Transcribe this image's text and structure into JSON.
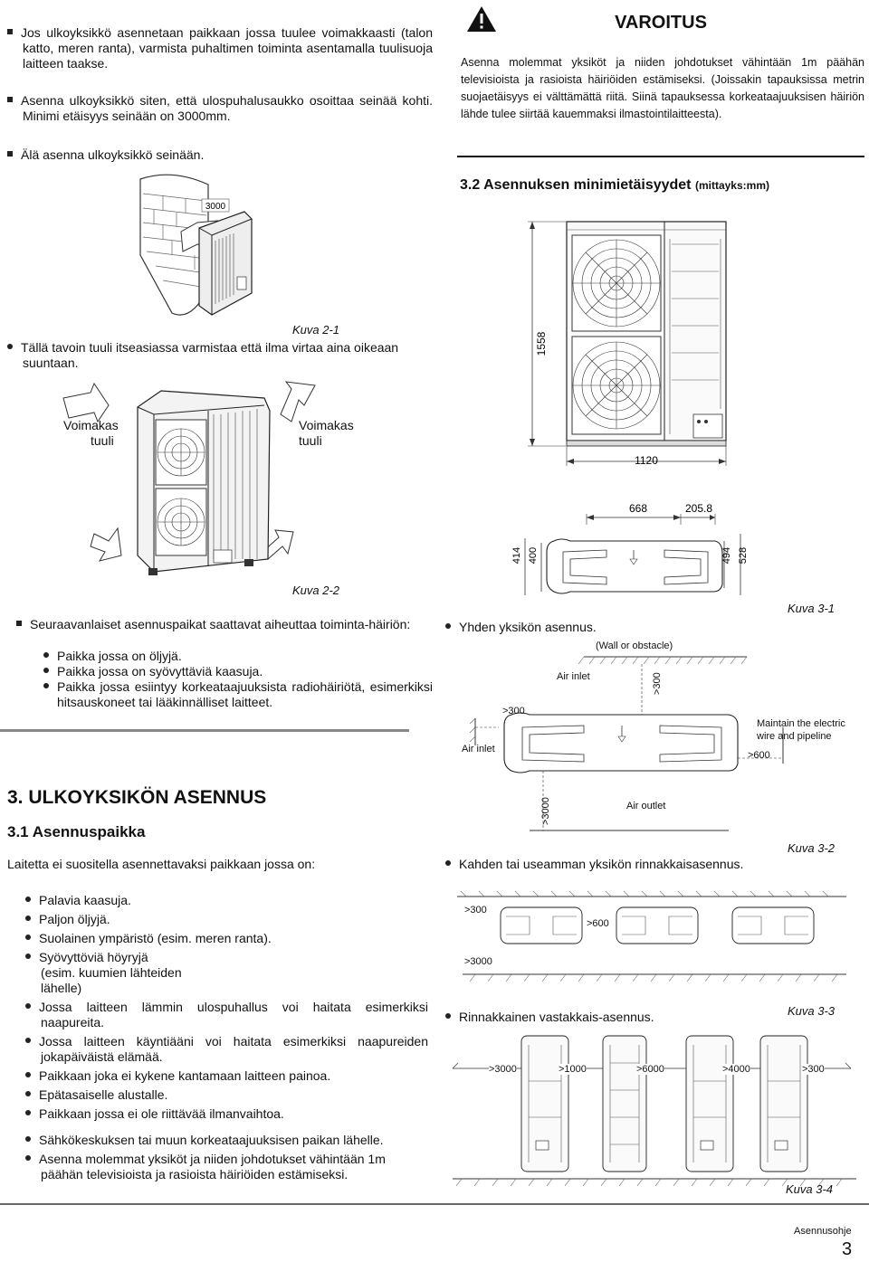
{
  "left": {
    "bullets_top": [
      "Jos ulkoyksikkö asennetaan paikkaan jossa tuulee voimakkaasti (talon katto, meren ranta), varmista puhaltimen toiminta asentamalla tuulisuoja laitteen taakse.",
      "Asenna ulkoyksikkö siten, että ulospuhalusaukko osoittaa seinää kohti. Minimi etäisyys seinään on 3000mm.",
      "Älä asenna ulkoyksikkö seinään."
    ],
    "fig1_dim": "3000",
    "fig1_caption": "Kuva 2-1",
    "wind_bullet": "Tällä tavoin tuuli itseasiassa varmistaa että ilma virtaa aina oikeaan suuntaan.",
    "wind_left_1": "Voimakas",
    "wind_left_2": "tuuli",
    "wind_right_1": "Voimakas",
    "wind_right_2": "tuuli",
    "fig2_caption": "Kuva 2-2",
    "interference_intro": "Seuraavanlaiset asennuspaikat saattavat aiheuttaa toiminta-häiriön:",
    "interference_items": [
      "Paikka jossa on öljyjä.",
      "Paikka jossa on syövyttäviä kaasuja.",
      "Paikka jossa esiintyy korkeataajuuksista radiohäiriötä, esimerkiksi hitsauskoneet tai lääkinnälliset laitteet."
    ],
    "section_title": "3. ULKOYKSIKÖN ASENNUS",
    "subsection_title": "3.1 Asennuspaikka",
    "intro": "Laitetta ei suositella asennettavaksi paikkaan jossa on:",
    "places": [
      "Palavia kaasuja.",
      "Paljon öljyjä.",
      "Suolainen ympäristö (esim. meren ranta).",
      "Syövyttöviä höyryjä (esim. kuumien lähteiden lähelle)",
      "Jossa laitteen lämmin ulospuhallus voi haitata esimerkiksi naapureita.",
      "Jossa laitteen käyntiääni voi haitata esimerkiksi naapureiden jokapäiväistä elämää.",
      "Paikkaan joka ei kykene kantamaan laitteen painoa.",
      "Epätasaiselle alustalle.",
      "Paikkaan jossa ei ole riittävää ilmanvaihtoa.",
      "Sähkökeskuksen tai muun korkeataajuuksisen paikan lähelle.",
      "Asenna molemmat yksiköt ja niiden johdotukset vähintään 1m päähän televisioista ja rasioista häiriöiden estämiseksi."
    ]
  },
  "right": {
    "warning_title": "VAROITUS",
    "warning_text": "Asenna molemmat yksiköt ja niiden johdotukset vähintään 1m päähän televisioista ja rasioista häiriöiden estämiseksi. (Joissakin tapauksissa metrin suojaetäisyys ei välttämättä riitä. Siinä tapauksessa korkeataajuuksisen häiriön lähde tulee siirtää kauemmaksi ilmastointilaitteesta).",
    "section_title": "3.2 Asennuksen minimietäisyydet",
    "section_unit": "(mittayks:mm)",
    "dims": {
      "height": "1558",
      "width": "1120",
      "d668": "668",
      "d205": "205.8",
      "d414": "414",
      "d400": "400",
      "d494": "494",
      "d528": "528"
    },
    "fig31_caption": "Kuva 3-1",
    "single_bullet": "Yhden yksikön asennus.",
    "wall_label": "(Wall or obstacle)",
    "air_inlet_top": "Air inlet",
    "d300_top": ">300",
    "d300_left": ">300",
    "air_inlet_left": "Air inlet",
    "maintain": "Maintain the electric wire and pipeline",
    "d600": ">600",
    "d3000": ">3000",
    "air_outlet": "Air outlet",
    "fig32_caption": "Kuva 3-2",
    "parallel_bullet": "Kahden tai useamman yksikön rinnakkaisasennus.",
    "p_300": ">300",
    "p_600": ">600",
    "p_3000": ">3000",
    "fig33_caption": "Kuva 3-3",
    "opposite_bullet": "Rinnakkainen vastakkais-asennus.",
    "row_dims": [
      ">3000",
      ">1000",
      ">6000",
      ">4000",
      ">300"
    ],
    "fig34_caption": "Kuva 3-4"
  },
  "footer": {
    "label": "Asennusohje",
    "page": "3"
  }
}
